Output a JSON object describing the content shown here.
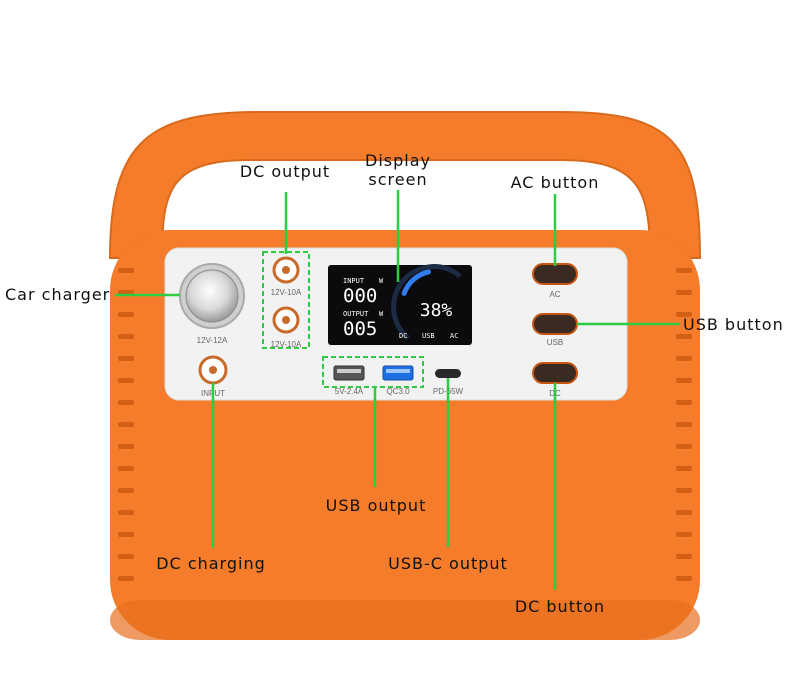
{
  "callouts": {
    "dc_output": "DC output",
    "display_screen_line1": "Display",
    "display_screen_line2": "screen",
    "ac_button": "AC button",
    "car_charger": "Car charger",
    "usb_button": "USB button",
    "usb_output": "USB output",
    "dc_charging": "DC charging",
    "usb_c_output": "USB-C output",
    "dc_button": "DC button"
  },
  "panel_labels": {
    "car_port": "12V-12A",
    "dc_out_1": "12V-10A",
    "dc_out_2": "12V-10A",
    "input_port": "INPUT",
    "usb_a_1": "5V-2.4A",
    "usb_a_2": "QC3.0",
    "usb_c": "PD-65W",
    "btn_ac": "AC",
    "btn_usb": "USB",
    "btn_dc": "DC"
  },
  "display": {
    "input_label": "INPUT",
    "input_unit": "W",
    "input_value": "000",
    "output_label": "OUTPUT",
    "output_unit": "W",
    "output_value": "005",
    "battery_percent": "38%",
    "mode_dc": "DC",
    "mode_usb": "USB",
    "mode_ac": "AC",
    "battery_level": 0.38
  },
  "colors": {
    "body_orange": "#f47c2a",
    "callout_green": "#2ecc40",
    "panel": "#f2f2f2",
    "screen": "#0b0b0d",
    "gauge_blue": "#2f7df0"
  }
}
